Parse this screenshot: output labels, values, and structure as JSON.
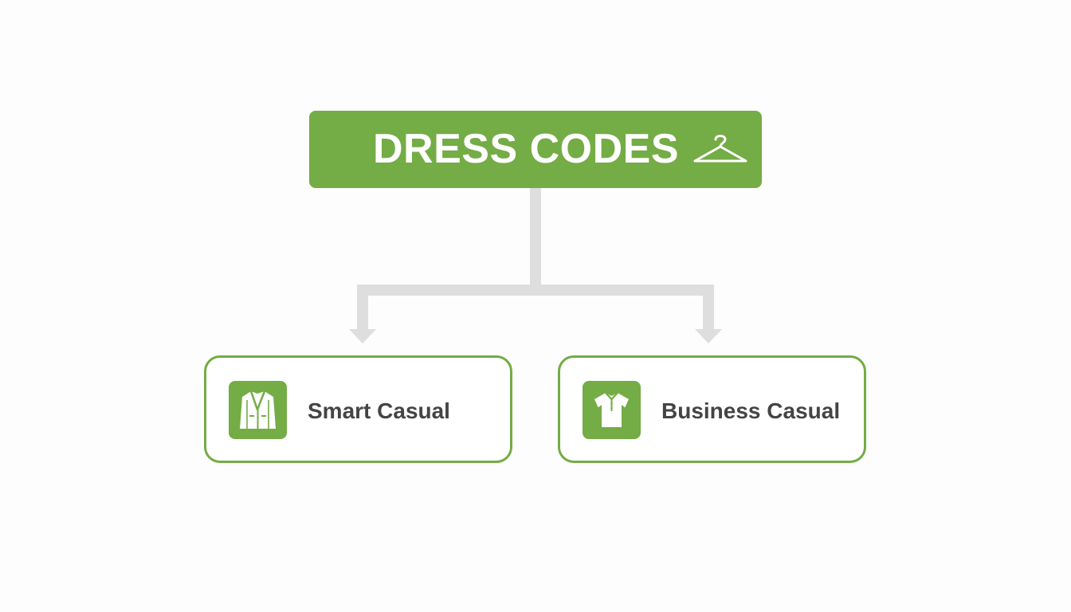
{
  "diagram": {
    "title": "DRESS CODES",
    "title_icon": "hanger-icon",
    "children": [
      {
        "label": "Smart Casual",
        "icon": "blazer-icon"
      },
      {
        "label": "Business Casual",
        "icon": "polo-shirt-icon"
      }
    ]
  },
  "colors": {
    "accent": "#74ac45",
    "connector": "#dedede",
    "text": "#444444",
    "background": "#fdfdfd"
  }
}
